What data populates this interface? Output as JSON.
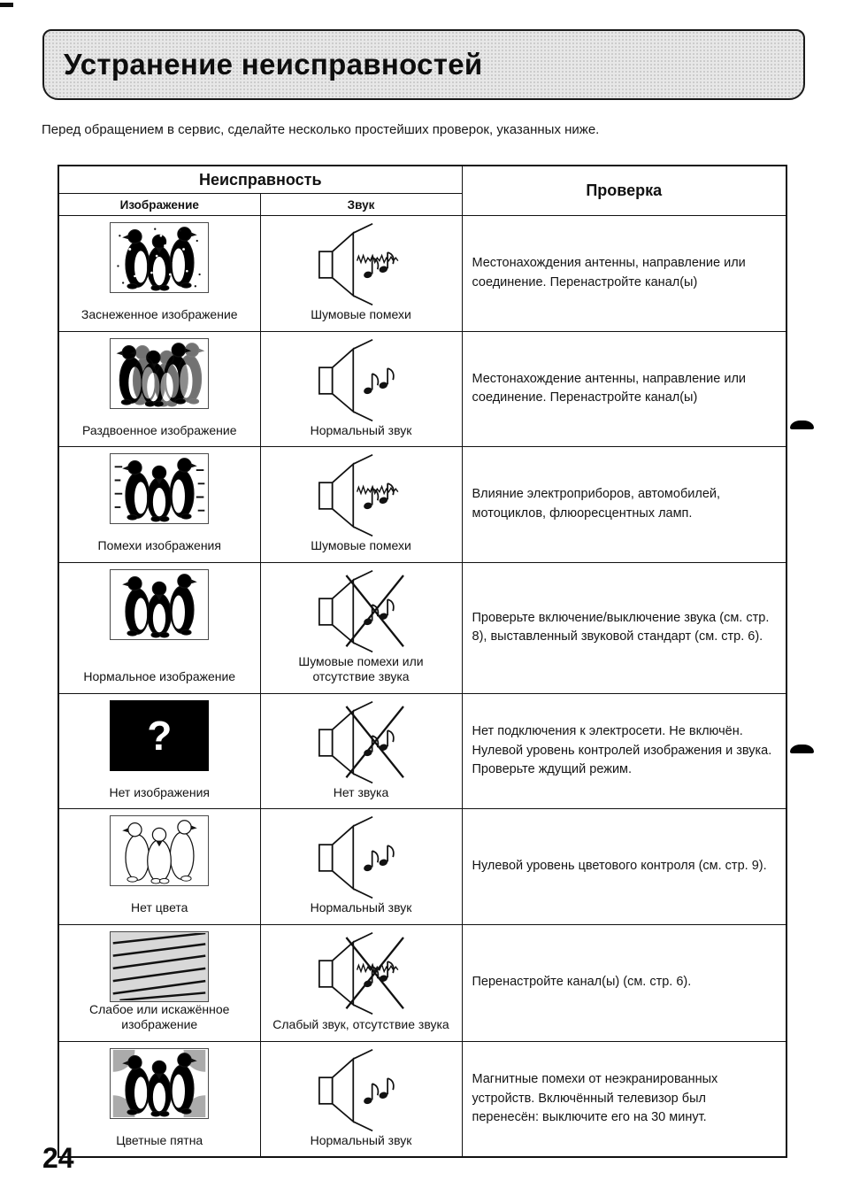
{
  "page": {
    "title": "Устранение неисправностей",
    "intro": "Перед обращением в сервис, сделайте несколько простейших проверок, указанных ниже.",
    "page_number": "24"
  },
  "table": {
    "header": {
      "fault": "Неисправность",
      "image_col": "Изображение",
      "sound_col": "Звук",
      "check_col": "Проверка"
    },
    "rows": [
      {
        "image_caption": "Заснеженное изображение",
        "image_icon": "snowy-penguins-image",
        "sound_caption": "Шумовые помехи",
        "sound_icon": "speaker-noise-icon",
        "check": "Местонахождения антенны, направление или соединение. Перенастройте канал(ы)"
      },
      {
        "image_caption": "Раздвоенное изображение",
        "image_icon": "ghost-penguins-image",
        "sound_caption": "Нормальный звук",
        "sound_icon": "speaker-notes-icon",
        "check": "Местонахождение антенны, направление или соединение. Перенастройте канал(ы)"
      },
      {
        "image_caption": "Помехи изображения",
        "image_icon": "interference-penguins-image",
        "sound_caption": "Шумовые помехи",
        "sound_icon": "speaker-noise-icon",
        "check": "Влияние электроприборов, автомобилей, мотоциклов, флюоресцентных ламп."
      },
      {
        "image_caption": "Нормальное изображение",
        "image_icon": "normal-penguins-image",
        "sound_caption": "Шумовые помехи или отсутствие звука",
        "sound_icon": "speaker-muted-icon",
        "check": "Проверьте включение/выключение звука (см. стр. 8), выставленный звуковой стандарт (см. стр. 6)."
      },
      {
        "image_caption": "Нет изображения",
        "image_icon": "question-mark-image",
        "question_glyph": "?",
        "sound_caption": "Нет звука",
        "sound_icon": "speaker-muted-icon",
        "check": "Нет подключения к электросети. Не включён. Нулевой уровень контролей изображения и звука. Проверьте ждущий режим."
      },
      {
        "image_caption": "Нет цвета",
        "image_icon": "outline-penguins-image",
        "sound_caption": "Нормальный звук",
        "sound_icon": "speaker-notes-icon",
        "check": "Нулевой уровень цветового контроля (см. стр. 9)."
      },
      {
        "image_caption": "Слабое или искажённое изображение",
        "image_icon": "diagonal-stripes-image",
        "sound_caption": "Слабый звук, отсутствие звука",
        "sound_icon": "speaker-noise-muted-icon",
        "check": "Перенастройте канал(ы) (см. стр. 6)."
      },
      {
        "image_caption": "Цветные пятна",
        "image_icon": "spotted-penguins-image",
        "sound_caption": "Нормальный звук",
        "sound_icon": "speaker-notes-icon",
        "check": "Магнитные помехи от неэкранированных устройств. Включённый телевизор был перенесён: выключите его на 30 минут."
      }
    ]
  }
}
